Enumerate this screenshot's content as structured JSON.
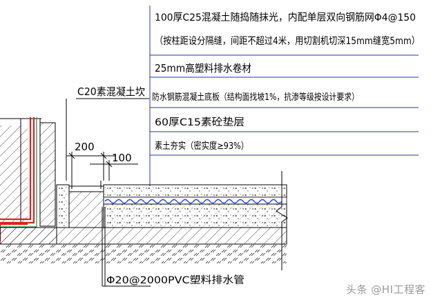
{
  "layers": [
    {
      "text": "100厚C25混凝土随捣随抹光，内配单层双向钢筋网Φ4@150"
    },
    {
      "text": "（按柱距设分隔缝，间距不超过4米，用切割机切深15mm缝宽5mm）"
    },
    {
      "text": "25mm高塑料排水卷材"
    },
    {
      "text": "防水钢筋混凝土底板（结构面找坡1%，抗渗等级按设计要求）"
    },
    {
      "text": "60厚C15素砼垫层"
    },
    {
      "text": "素土夯实（密实度≥93%）"
    }
  ],
  "c20_label": "C20素混凝土坎",
  "dims": {
    "d200": "200",
    "d100": "100"
  },
  "pipe_label": "Φ20@2000PVC塑料排水管",
  "watermark": "头条 @HI工程客",
  "colors": {
    "line": "#000000",
    "waterproof_red": "#e02020",
    "membrane_blue": "#1f3fe0",
    "frame": "#2233aa"
  }
}
